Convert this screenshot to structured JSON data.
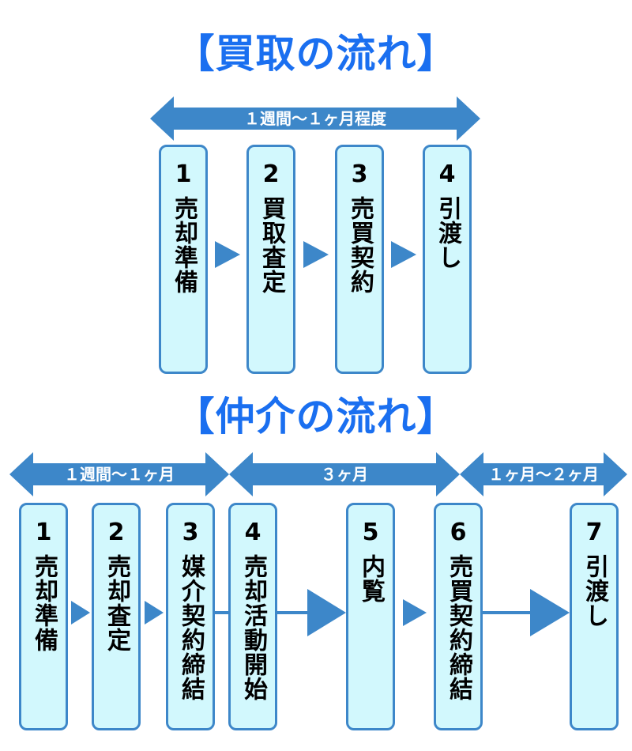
{
  "colors": {
    "title": "#1a6ff0",
    "arrow": "#3d87c9",
    "box_fill": "#d2f8fd",
    "box_border": "#3d87c9"
  },
  "kaitori": {
    "title": "【買取の流れ】",
    "period": "１週間〜１ヶ月程度",
    "steps": [
      {
        "num": "1",
        "label": "売却準備"
      },
      {
        "num": "2",
        "label": "買取査定"
      },
      {
        "num": "3",
        "label": "売買契約"
      },
      {
        "num": "4",
        "label": "引渡し"
      }
    ]
  },
  "chukai": {
    "title": "【仲介の流れ】",
    "periods": [
      "１週間〜１ヶ月",
      "３ヶ月",
      "１ヶ月〜２ヶ月"
    ],
    "steps": [
      {
        "num": "1",
        "label": "売却準備"
      },
      {
        "num": "2",
        "label": "売却査定"
      },
      {
        "num": "3",
        "label": "媒介契約締結"
      },
      {
        "num": "4",
        "label": "売却活動開始"
      },
      {
        "num": "5",
        "label": "内覧"
      },
      {
        "num": "6",
        "label": "売買契約締結"
      },
      {
        "num": "7",
        "label": "引渡し"
      }
    ]
  }
}
